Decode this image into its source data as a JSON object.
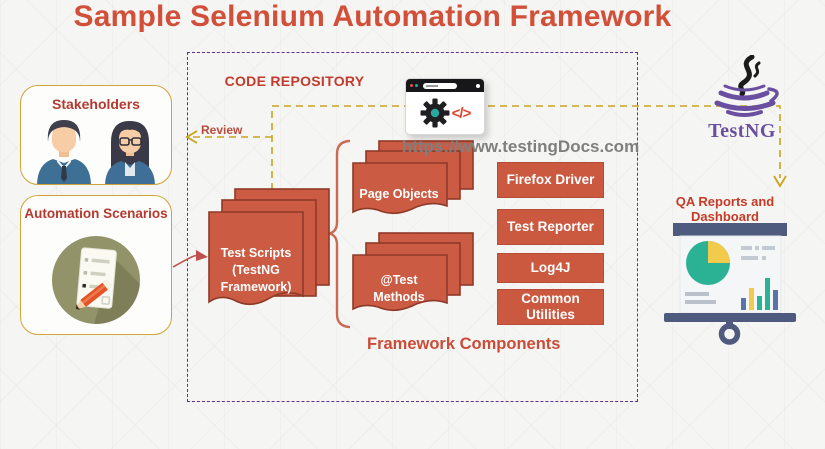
{
  "title": "Sample Selenium Automation Framework",
  "left_panel": {
    "stakeholders_label": "Stakeholders",
    "automation_scenarios_label": "Automation Scenarios"
  },
  "code_repository": {
    "label": "CODE REPOSITORY",
    "url": "https://www.testingDocs.com",
    "test_scripts_label": "Test Scripts (TestNG Framework)",
    "page_objects_label": "Page Objects",
    "test_methods_label": "@Test Methods",
    "components": [
      "Firefox Driver",
      "Test Reporter",
      "Log4J",
      "Common Utilities"
    ],
    "caption": "Framework Components"
  },
  "connectors": {
    "review_label": "Review",
    "qa_reports_label": "QA Reports and Dashboard"
  },
  "logos": {
    "testng_label": "TestNG"
  },
  "icons": {
    "stakeholders": "two-people-icon",
    "scenarios": "checklist-pencil-icon",
    "repository": "browser-code-gear-icon",
    "testng": "java-cup-icon",
    "reports": "presentation-dashboard-icon"
  },
  "colors": {
    "accent_red": "#cc5b44",
    "gold_border": "#d1a339",
    "purple_border": "#5e2f91",
    "connector_yellow": "#c9a31c",
    "testng_purple": "#6a4fa0"
  }
}
